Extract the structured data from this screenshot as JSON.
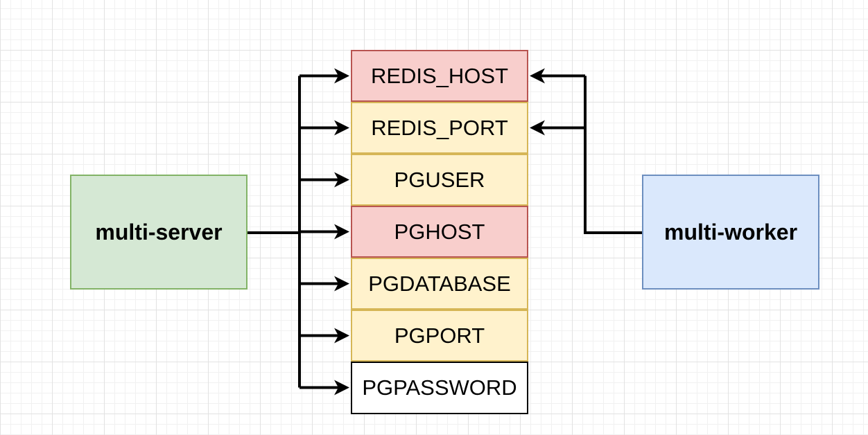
{
  "services": {
    "server": {
      "label": "multi-server",
      "fill": "#d5e8d4",
      "stroke": "#82b366"
    },
    "worker": {
      "label": "multi-worker",
      "fill": "#dae8fc",
      "stroke": "#6c8ebf"
    }
  },
  "env_vars": [
    {
      "key": "redis-host",
      "label": "REDIS_HOST",
      "fill": "#f8cecc",
      "stroke": "#b85450"
    },
    {
      "key": "redis-port",
      "label": "REDIS_PORT",
      "fill": "#fff2cc",
      "stroke": "#d6b656"
    },
    {
      "key": "pguser",
      "label": "PGUSER",
      "fill": "#fff2cc",
      "stroke": "#d6b656"
    },
    {
      "key": "pghost",
      "label": "PGHOST",
      "fill": "#f8cecc",
      "stroke": "#b85450"
    },
    {
      "key": "pgdatabase",
      "label": "PGDATABASE",
      "fill": "#fff2cc",
      "stroke": "#d6b656"
    },
    {
      "key": "pgport",
      "label": "PGPORT",
      "fill": "#fff2cc",
      "stroke": "#d6b656"
    },
    {
      "key": "pgpassword",
      "label": "PGPASSWORD",
      "fill": "#ffffff",
      "stroke": "#000000"
    }
  ],
  "connections": {
    "server_to": [
      "REDIS_HOST",
      "REDIS_PORT",
      "PGUSER",
      "PGHOST",
      "PGDATABASE",
      "PGPORT",
      "PGPASSWORD"
    ],
    "worker_to": [
      "REDIS_HOST",
      "REDIS_PORT"
    ]
  }
}
